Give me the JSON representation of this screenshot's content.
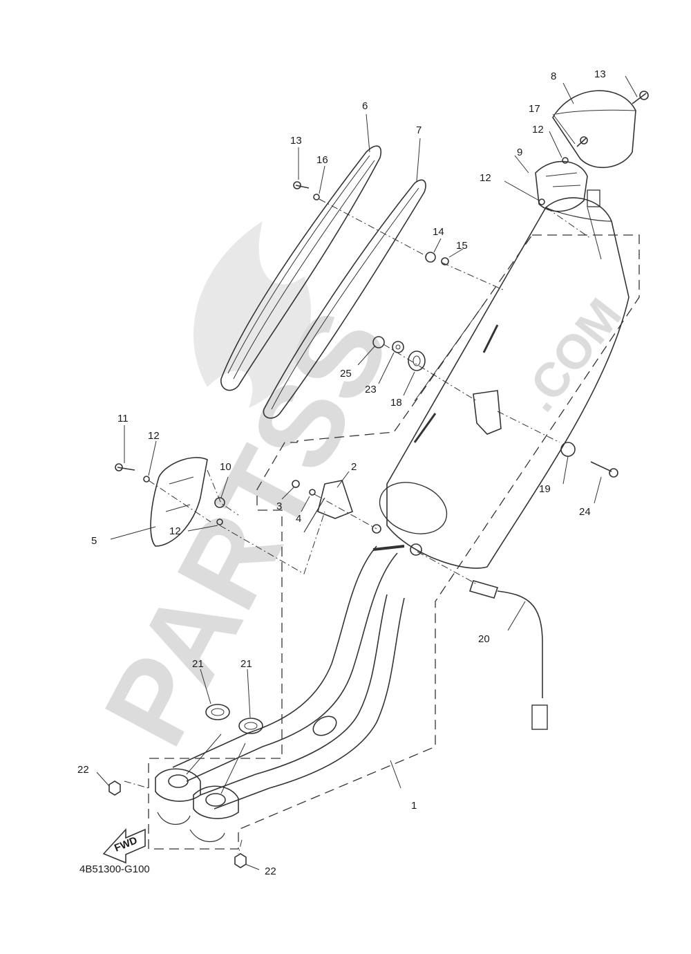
{
  "diagram": {
    "drawing_code": "4B51300-G100",
    "fwd_label": "FWD",
    "watermark": {
      "main": "PARTSS",
      "suffix": ".COM"
    },
    "colors": {
      "line": "#333333",
      "watermark": "#d9d9d9",
      "background": "#ffffff"
    },
    "callouts": [
      {
        "id": "c1",
        "label": "1"
      },
      {
        "id": "c2",
        "label": "2"
      },
      {
        "id": "c3",
        "label": "3"
      },
      {
        "id": "c4",
        "label": "4"
      },
      {
        "id": "c5",
        "label": "5"
      },
      {
        "id": "c6",
        "label": "6"
      },
      {
        "id": "c7",
        "label": "7"
      },
      {
        "id": "c8",
        "label": "8"
      },
      {
        "id": "c9",
        "label": "9"
      },
      {
        "id": "c10",
        "label": "10"
      },
      {
        "id": "c11",
        "label": "11"
      },
      {
        "id": "c12a",
        "label": "12"
      },
      {
        "id": "c12b",
        "label": "12"
      },
      {
        "id": "c12c",
        "label": "12"
      },
      {
        "id": "c12d",
        "label": "12"
      },
      {
        "id": "c13a",
        "label": "13"
      },
      {
        "id": "c13b",
        "label": "13"
      },
      {
        "id": "c14",
        "label": "14"
      },
      {
        "id": "c15",
        "label": "15"
      },
      {
        "id": "c16",
        "label": "16"
      },
      {
        "id": "c17",
        "label": "17"
      },
      {
        "id": "c18",
        "label": "18"
      },
      {
        "id": "c19",
        "label": "19"
      },
      {
        "id": "c20",
        "label": "20"
      },
      {
        "id": "c21a",
        "label": "21"
      },
      {
        "id": "c21b",
        "label": "21"
      },
      {
        "id": "c22a",
        "label": "22"
      },
      {
        "id": "c22b",
        "label": "22"
      },
      {
        "id": "c23",
        "label": "23"
      },
      {
        "id": "c24",
        "label": "24"
      },
      {
        "id": "c25",
        "label": "25"
      }
    ]
  }
}
